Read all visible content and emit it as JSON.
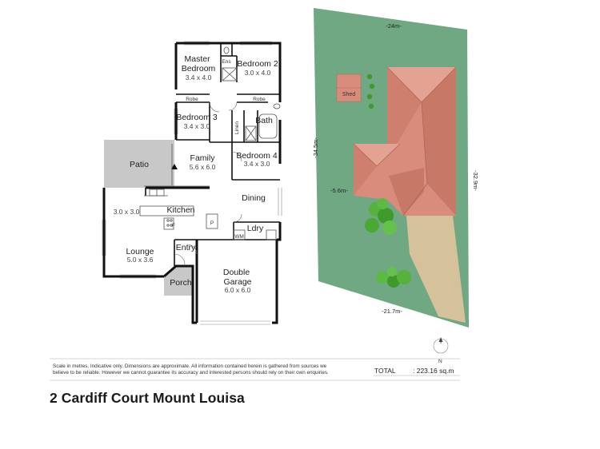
{
  "floor_plan": {
    "rooms": [
      {
        "id": "master-bedroom",
        "name_lines": [
          "Master",
          "Bedroom"
        ],
        "dims": "3.4 x 4.0"
      },
      {
        "id": "ens",
        "name_lines": [
          "Ens"
        ],
        "dims": ""
      },
      {
        "id": "bedroom-2",
        "name_lines": [
          "Bedroom 2"
        ],
        "dims": "3.0 x 4.0"
      },
      {
        "id": "robe-1",
        "name_lines": [
          "Robe"
        ],
        "dims": ""
      },
      {
        "id": "robe-2",
        "name_lines": [
          "Robe"
        ],
        "dims": ""
      },
      {
        "id": "bedroom-3",
        "name_lines": [
          "Bedroom 3"
        ],
        "dims": "3.4 x 3.0"
      },
      {
        "id": "linen",
        "name_lines": [
          "Linen"
        ],
        "dims": ""
      },
      {
        "id": "bath",
        "name_lines": [
          "Bath"
        ],
        "dims": ""
      },
      {
        "id": "patio",
        "name_lines": [
          "Patio"
        ],
        "dims": ""
      },
      {
        "id": "family",
        "name_lines": [
          "Family"
        ],
        "dims": "5.6 x 6.0"
      },
      {
        "id": "bedroom-4",
        "name_lines": [
          "Bedroom 4"
        ],
        "dims": "3.4 x 3.0"
      },
      {
        "id": "dining",
        "name_lines": [
          "Dining"
        ],
        "dims": ""
      },
      {
        "id": "kitchen",
        "name_lines": [
          "Kitchen"
        ],
        "dims": ""
      },
      {
        "id": "meals",
        "name_lines": [
          ""
        ],
        "dims": "3.0 x 3.0"
      },
      {
        "id": "ldry",
        "name_lines": [
          "Ldry"
        ],
        "dims": ""
      },
      {
        "id": "wm",
        "name_lines": [
          "WM"
        ],
        "dims": ""
      },
      {
        "id": "fridge",
        "name_lines": [
          "F"
        ],
        "dims": ""
      },
      {
        "id": "pantry",
        "name_lines": [
          "P"
        ],
        "dims": ""
      },
      {
        "id": "entry",
        "name_lines": [
          "Entry"
        ],
        "dims": ""
      },
      {
        "id": "lounge",
        "name_lines": [
          "Lounge"
        ],
        "dims": "5.0 x 3.6"
      },
      {
        "id": "porch",
        "name_lines": [
          "Porch"
        ],
        "dims": ""
      },
      {
        "id": "double-garage",
        "name_lines": [
          "Double",
          "Garage"
        ],
        "dims": "6.0 x 6.0"
      }
    ]
  },
  "site_plan": {
    "boundaries": {
      "top": "-24m-",
      "left": "-34.5m-",
      "right": "-32.9m-",
      "bottom": "-21.7m-",
      "setback": "-5.6m-"
    },
    "shed_label": "Shed",
    "north_label": "N",
    "colors": {
      "lawn": "#6fa882",
      "roof": "#d98c7c",
      "roof_dark": "#c87866",
      "driveway": "#d6c29a",
      "shrub": "#3f9a2c"
    }
  },
  "footer": {
    "disclaimer": "Scale in metres. Indicative only. Dimensions are approximate. All information contained herein is gathered from sources we believe to be reliable. However we cannot guarantee its accuracy and interested persons should rely on their own enquiries.",
    "total_label": "TOTAL",
    "total_value": ": 223.16 sq.m",
    "address": "2 Cardiff Court Mount Louisa"
  }
}
